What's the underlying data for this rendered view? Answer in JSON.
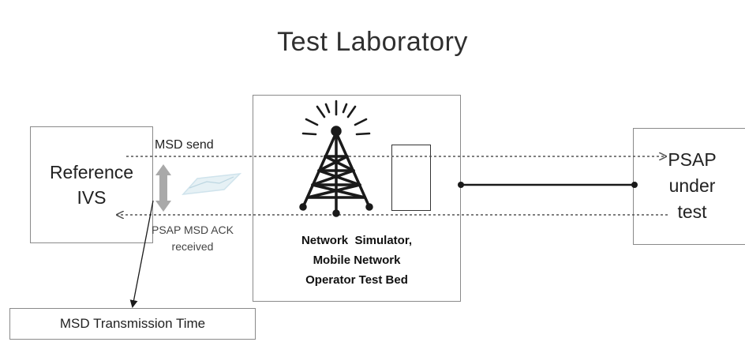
{
  "title": "Test Laboratory",
  "reference_ivs": {
    "line1": "Reference",
    "line2": "IVS"
  },
  "network_simulator": {
    "line1": "Network  Simulator,",
    "line2": "Mobile Network",
    "line3": "Operator Test Bed"
  },
  "psap": {
    "line1": "PSAP",
    "line2": "under",
    "line3": "test"
  },
  "msd_send_label": "MSD send",
  "psap_ack_label": {
    "line1": "PSAP MSD ACK",
    "line2": "received"
  },
  "msd_transmission_time": "MSD Transmission Time",
  "icons": {
    "tower": "radio-tower-icon",
    "signal": "signal-waves-icon",
    "device": "device-icon",
    "swap_arrow": "double-arrow-icon"
  },
  "colors": {
    "box_border": "#8a8a8a",
    "arrow_dark": "#1a1a1a",
    "dotted_line": "#555555",
    "swap_arrow": "#a9a9a9",
    "signal_light": "#cfe3ec"
  }
}
